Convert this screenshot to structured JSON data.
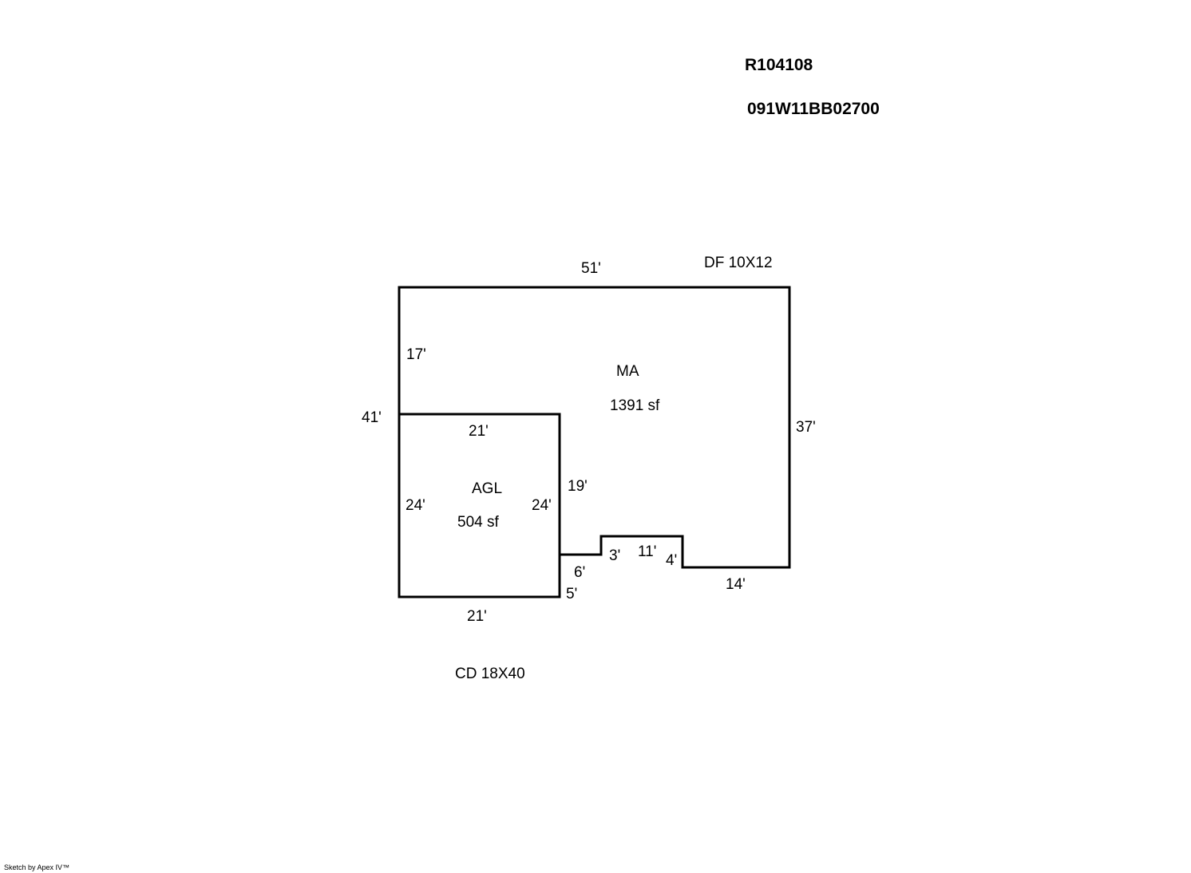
{
  "header": {
    "record_id": "R104108",
    "parcel_number": "091W11BB02700"
  },
  "areas": {
    "main": {
      "code": "MA",
      "area": "1391 sf"
    },
    "garage": {
      "code": "AGL",
      "area": "504 sf"
    }
  },
  "features": {
    "deck_top": "DF  10X12",
    "deck_bottom": "CD  18X40"
  },
  "dimensions": {
    "top": "51'",
    "left_outer": "41'",
    "left_upper": "17'",
    "right": "37'",
    "bottom_right": "14'",
    "notch_right": "4'",
    "notch_top": "11'",
    "notch_left": "3'",
    "step": "6'",
    "lower_jog": "5'",
    "inner_right": "19'",
    "garage_top": "21'",
    "garage_left": "24'",
    "garage_right": "24'",
    "garage_bottom": "21'"
  },
  "footer": {
    "credit": "Sketch by Apex IV™"
  }
}
